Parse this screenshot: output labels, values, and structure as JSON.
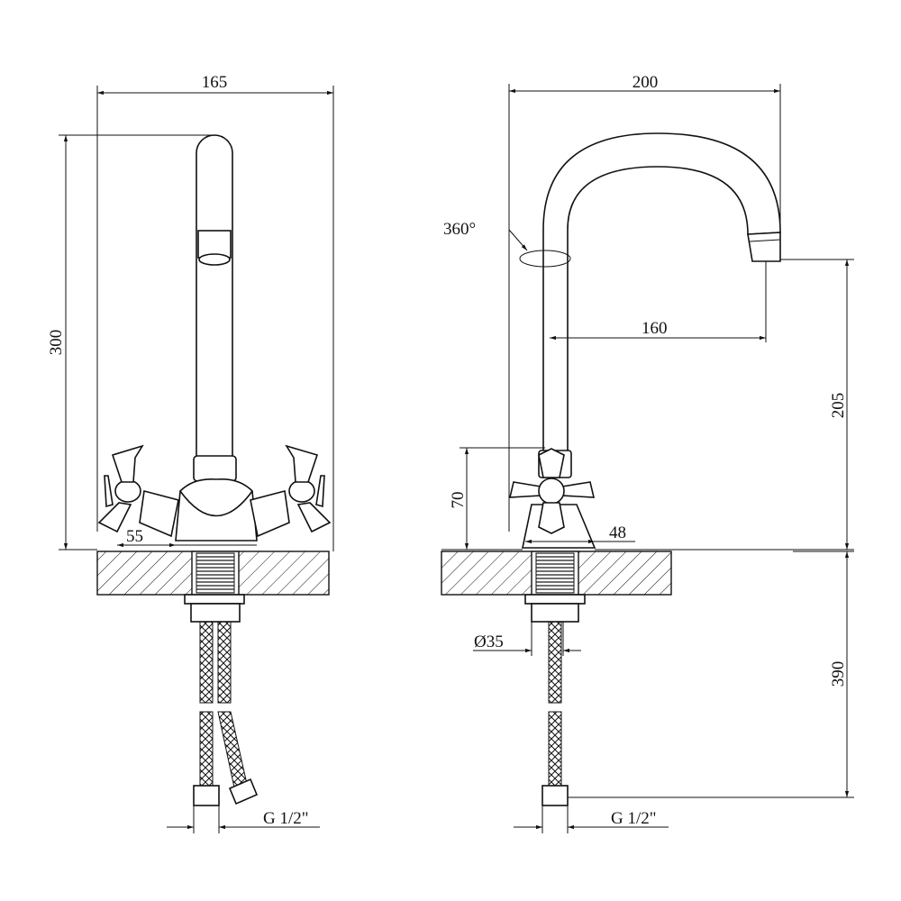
{
  "front_view": {
    "width_label": "165",
    "height_label": "300",
    "base_label": "55",
    "thread_label": "G 1/2\""
  },
  "side_view": {
    "reach_total_label": "200",
    "rotation_label": "360°",
    "spout_reach_label": "160",
    "spout_height_label": "205",
    "handle_height_label": "70",
    "base_label": "48",
    "diameter_label": "Ø35",
    "hose_length_label": "390",
    "thread_label": "G 1/2\""
  }
}
